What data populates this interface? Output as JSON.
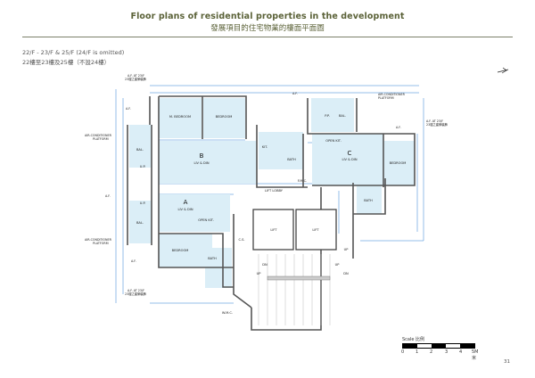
{
  "header": {
    "title_en": "Floor plans of residential properties in the development",
    "title_zh": "發展項目的住宅物業的樓面平面圖"
  },
  "floor": {
    "en": "22/F - 23/F & 25/F (24/F is omitted)",
    "zh": "22樓至23樓及25樓（不設24樓）"
  },
  "units": {
    "A": {
      "letter": "A",
      "liv": "LIV & DIN",
      "kit": "OPEN KIT.",
      "bal": "BAL.",
      "up": "U.P.",
      "bedroom": "BEDROOM",
      "bath": "BATH",
      "cs": "C.S."
    },
    "B": {
      "letter": "B",
      "liv": "LIV & DIN",
      "mbed": "M. BEDROOM",
      "bedroom": "BEDROOM",
      "bal": "BAL.",
      "up": "U.P.",
      "kit": "KIT.",
      "bath": "BATH"
    },
    "C": {
      "letter": "C",
      "liv": "LIV & DIN",
      "kit": "OPEN KIT.",
      "bal": "BAL.",
      "pp": "P.P.",
      "bedroom": "BEDROOM",
      "bath": "BATH"
    }
  },
  "common": {
    "lift": "LIFT",
    "lift_lobby": "LIFT LOBBY",
    "fmc": "F.M.C.",
    "wmc": "W.M.C.",
    "up": "UP",
    "dn": "DN"
  },
  "notes": {
    "af": "A.F.",
    "ac_platform_1": "AIR-CONDITIONER",
    "ac_platform_2": "PLATFORM",
    "af_23_en": "A.F. AT 23/F",
    "af_23_zh": "23樓之建築裝飾"
  },
  "scale": {
    "title": "Scale 比例",
    "ticks": [
      "0",
      "1",
      "2",
      "3",
      "4",
      "5M米"
    ]
  },
  "page_number": "31",
  "colors": {
    "title": "#5b6238",
    "room_fill": "#dbeef7",
    "dimension": "#2a7fd4",
    "wall": "#555555"
  }
}
